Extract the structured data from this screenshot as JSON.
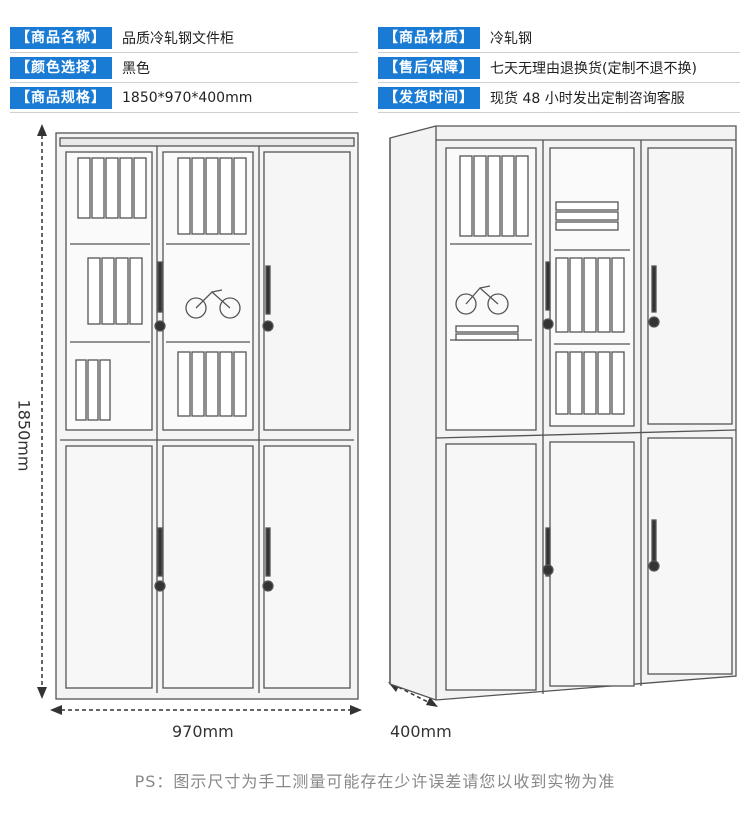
{
  "specs": {
    "left": [
      {
        "label": "商品名称",
        "value": "品质冷轧钢文件柜"
      },
      {
        "label": "颜色选择",
        "value": "黑色"
      },
      {
        "label": "商品规格",
        "value": "1850*970*400mm"
      }
    ],
    "right": [
      {
        "label": "商品材质",
        "value": "冷轧钢"
      },
      {
        "label": "售后保障",
        "value": "七天无理由退换货(定制不退不换)"
      },
      {
        "label": "发货时间",
        "value": "现货 48 小时发出定制咨询客服"
      }
    ]
  },
  "dimensions": {
    "height": "1850mm",
    "width": "970mm",
    "depth": "400mm"
  },
  "footnote": "PS：图示尺寸为手工测量可能存在少许误差请您以收到实物为准",
  "colors": {
    "label_bg": "#1a7bd4",
    "line": "#555555"
  }
}
